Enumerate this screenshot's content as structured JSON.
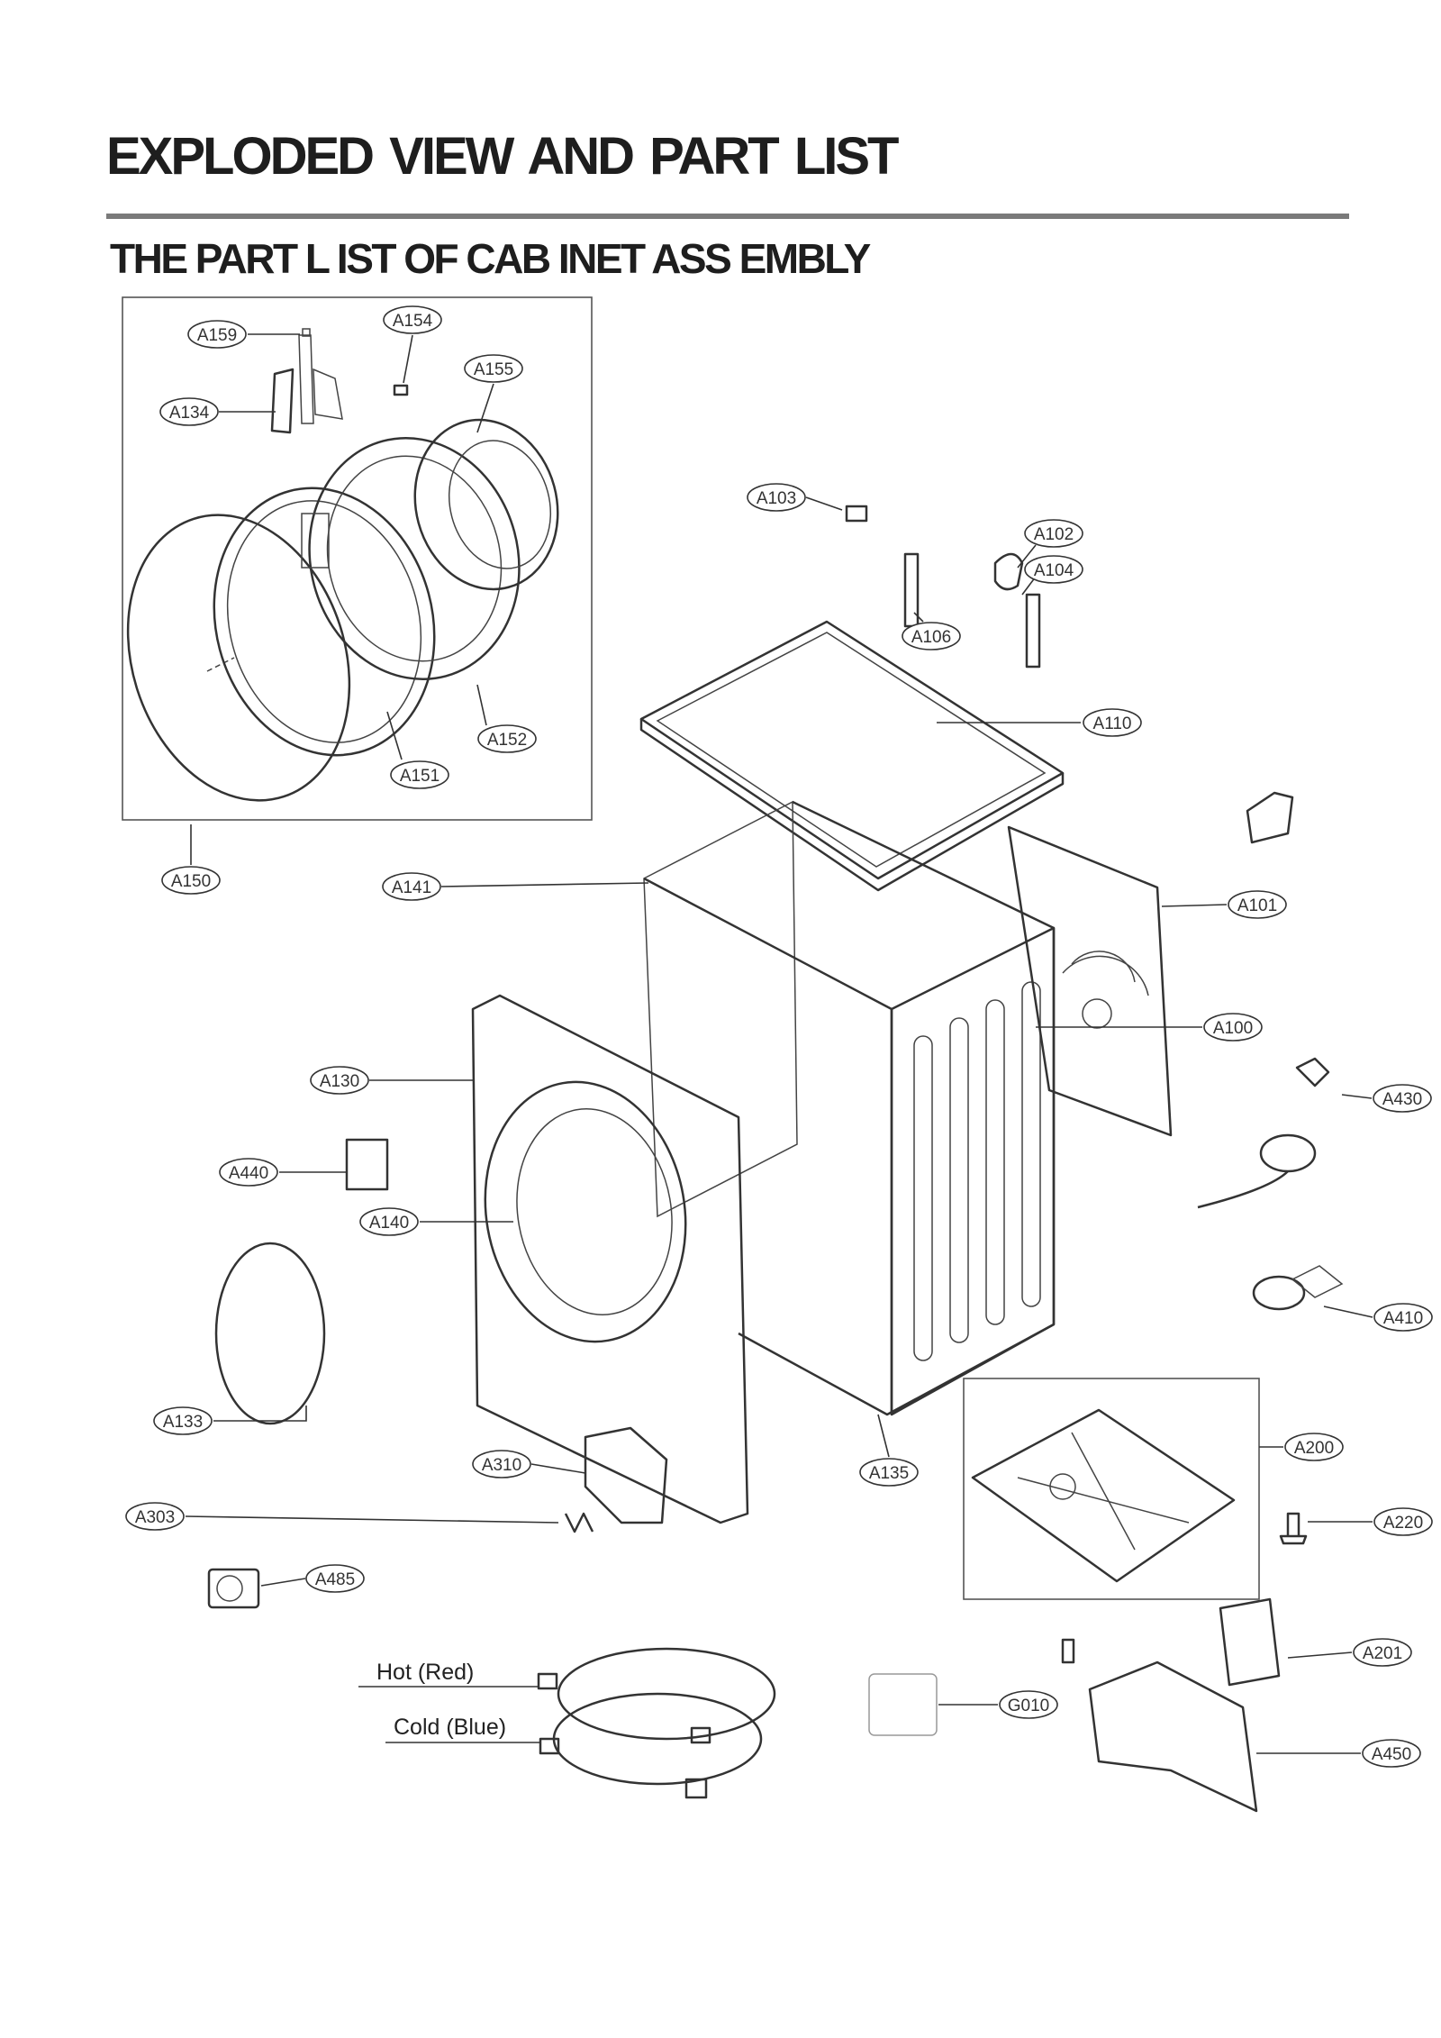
{
  "page": {
    "title": "EXPLODED     VIEW AND PART LIST",
    "subtitle": "THE PART L   IST OF  CAB  INET ASS   EMBLY"
  },
  "hoses": {
    "hot_label": "Hot (Red)",
    "cold_label": "Cold (Blue)"
  },
  "callouts": [
    {
      "id": "A159",
      "label": "A159"
    },
    {
      "id": "A154",
      "label": "A154"
    },
    {
      "id": "A155",
      "label": "A155"
    },
    {
      "id": "A134",
      "label": "A134"
    },
    {
      "id": "A152",
      "label": "A152"
    },
    {
      "id": "A151",
      "label": "A151"
    },
    {
      "id": "A150",
      "label": "A150"
    },
    {
      "id": "A103",
      "label": "A103"
    },
    {
      "id": "A102",
      "label": "A102"
    },
    {
      "id": "A104",
      "label": "A104"
    },
    {
      "id": "A106",
      "label": "A106"
    },
    {
      "id": "A110",
      "label": "A110"
    },
    {
      "id": "A141",
      "label": "A141"
    },
    {
      "id": "A101",
      "label": "A101"
    },
    {
      "id": "A100",
      "label": "A100"
    },
    {
      "id": "A130",
      "label": "A130"
    },
    {
      "id": "A430",
      "label": "A430"
    },
    {
      "id": "A440",
      "label": "A440"
    },
    {
      "id": "A140",
      "label": "A140"
    },
    {
      "id": "A410",
      "label": "A410"
    },
    {
      "id": "A133",
      "label": "A133"
    },
    {
      "id": "A200",
      "label": "A200"
    },
    {
      "id": "A310",
      "label": "A310"
    },
    {
      "id": "A135",
      "label": "A135"
    },
    {
      "id": "A220",
      "label": "A220"
    },
    {
      "id": "A303",
      "label": "A303"
    },
    {
      "id": "A485",
      "label": "A485"
    },
    {
      "id": "A201",
      "label": "A201"
    },
    {
      "id": "G010",
      "label": "G010"
    },
    {
      "id": "A450",
      "label": "A450"
    }
  ]
}
